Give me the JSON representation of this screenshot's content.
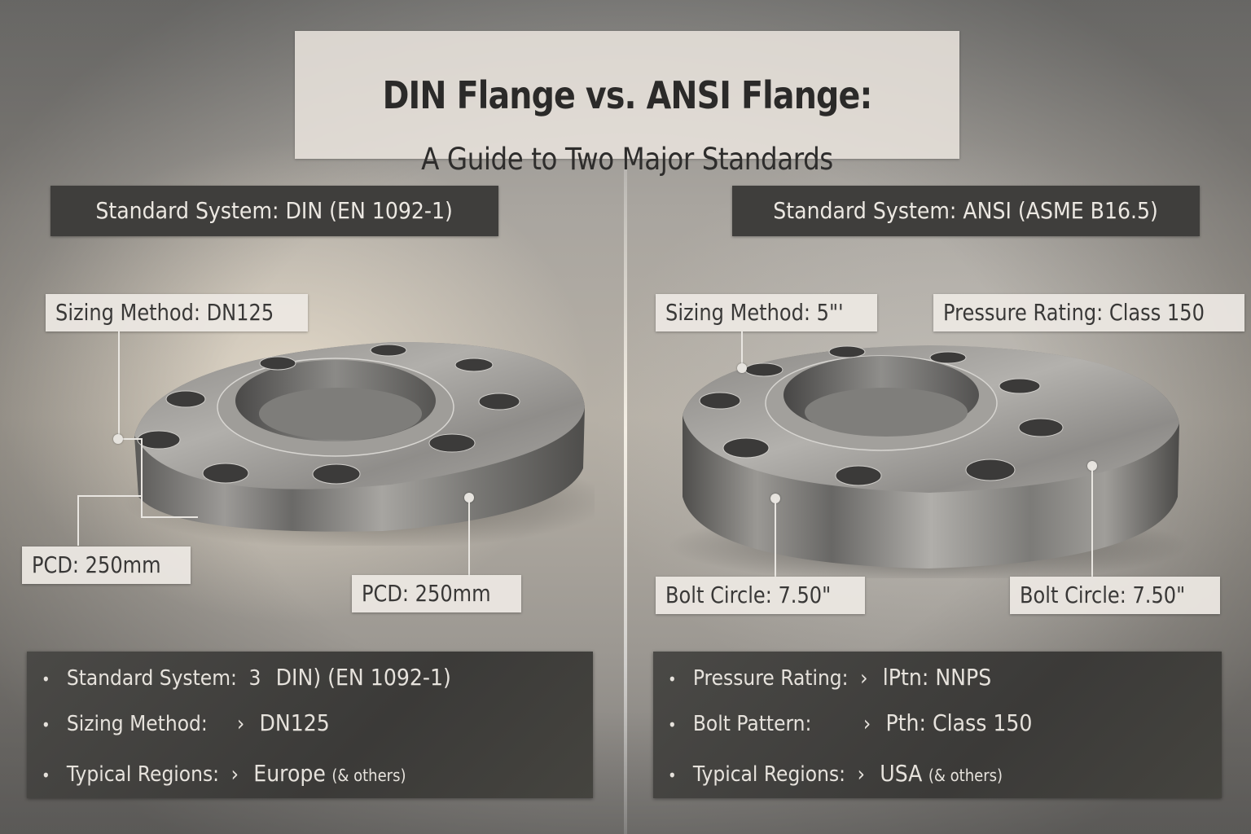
{
  "title": {
    "main": "DIN Flange vs. ANSI Flange:",
    "subtitle": "A Guide to Two Major Standards"
  },
  "colors": {
    "panel_dark": "#3f3e3c",
    "label_bg": "#ece8e2",
    "text_dark": "#2b2a29",
    "text_light": "#ece8e2"
  },
  "left": {
    "system_bar": "Standard System: DIN (EN 1092-1)",
    "callouts": {
      "sizing": "Sizing Method: DN125",
      "pcd_left": "PCD: 250mm",
      "pcd_right": "PCD: 250mm"
    },
    "info": [
      {
        "label": "Standard System:",
        "sep": "3",
        "value": "DIN) (EN 1092-1)",
        "extra": ""
      },
      {
        "label": "Sizing Method:",
        "sep": "›",
        "value": "DN125",
        "extra": ""
      },
      {
        "label": "Typical Regions:",
        "sep": "›",
        "value": "Europe",
        "extra": "(& others)"
      }
    ]
  },
  "right": {
    "system_bar": "Standard System: ANSI (ASME B16.5)",
    "callouts": {
      "sizing": "Sizing Method: 5\"'",
      "pressure": "Pressure Rating: Class 150",
      "bolt_left": "Bolt Circle: 7.50\"",
      "bolt_right": "Bolt Circle: 7.50\""
    },
    "info": [
      {
        "label": "Pressure Rating:",
        "sep": "›",
        "value": "lPtn: NNPS",
        "extra": ""
      },
      {
        "label": "Bolt Pattern:",
        "sep": "›",
        "value": "Pth: Class 150",
        "extra": ""
      },
      {
        "label": "Typical Regions:",
        "sep": "›",
        "value": "USA",
        "extra": "(& others)"
      }
    ]
  },
  "images": {
    "left": "din-flange-photo",
    "right": "ansi-flange-photo"
  }
}
